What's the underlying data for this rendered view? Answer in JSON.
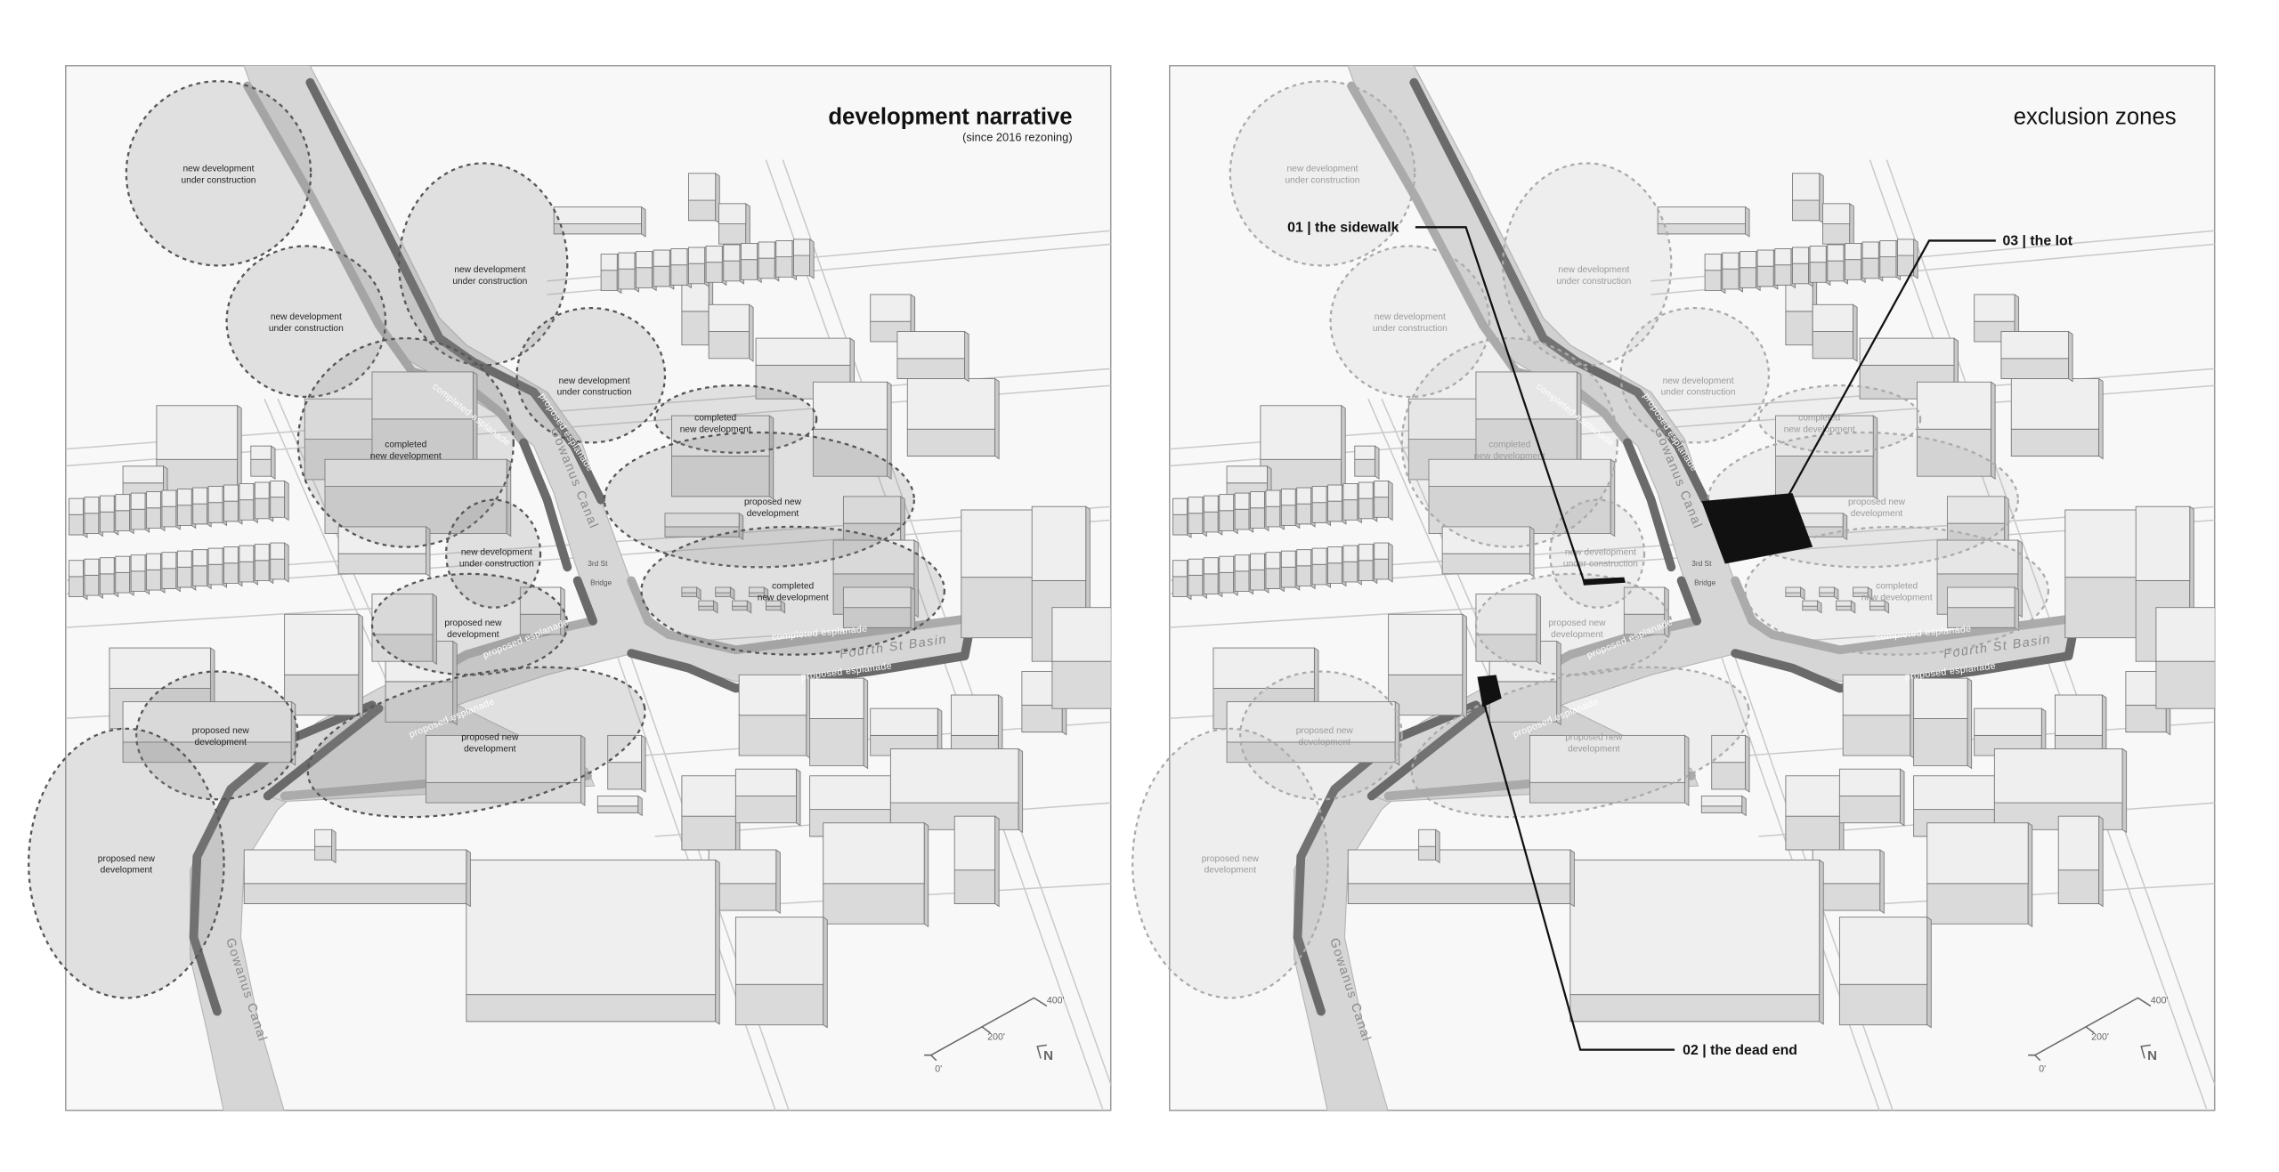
{
  "panels": [
    {
      "title": "development narrative",
      "subtitle": "(since 2016 rezoning)"
    },
    {
      "title": "exclusion zones",
      "callouts": [
        "01 | the sidewalk",
        "02 | the dead end",
        "03 | the lot"
      ]
    }
  ],
  "zones": [
    {
      "lines": [
        "new development",
        "under construction"
      ],
      "status": "under construction"
    },
    {
      "lines": [
        "new development",
        "under construction"
      ],
      "status": "under construction"
    },
    {
      "lines": [
        "new development",
        "under construction"
      ],
      "status": "under construction"
    },
    {
      "lines": [
        "new development",
        "under construction"
      ],
      "status": "under construction"
    },
    {
      "lines": [
        "completed",
        "new development"
      ],
      "status": "completed"
    },
    {
      "lines": [
        "completed",
        "new development"
      ],
      "status": "completed"
    },
    {
      "lines": [
        "proposed new",
        "development"
      ],
      "status": "proposed"
    },
    {
      "lines": [
        "new development",
        "under construction"
      ],
      "status": "under construction"
    },
    {
      "lines": [
        "proposed new",
        "development"
      ],
      "status": "proposed"
    },
    {
      "lines": [
        "completed",
        "new development"
      ],
      "status": "completed"
    },
    {
      "lines": [
        "proposed new",
        "development"
      ],
      "status": "proposed"
    },
    {
      "lines": [
        "proposed new",
        "development"
      ],
      "status": "proposed"
    },
    {
      "lines": [
        "proposed new",
        "development"
      ],
      "status": "proposed"
    }
  ],
  "map_labels": {
    "canal_north": "Gowanus Canal",
    "canal_south": "Gowanus Canal",
    "basin": "Fourth St Basin",
    "street": "3rd St",
    "bridge": "Bridge",
    "esplanades": [
      "completed esplanade",
      "proposed esplanade",
      "proposed esplanade",
      "completed esplanade",
      "proposed esplanade",
      "proposed esplanade"
    ]
  },
  "scale": {
    "ticks": [
      "0'",
      "200'",
      "400'"
    ],
    "north": "N"
  },
  "colors": {
    "esplanade_proposed": "#6a6a6a",
    "esplanade_completed": "#ababab",
    "exclusion": "#111111"
  }
}
